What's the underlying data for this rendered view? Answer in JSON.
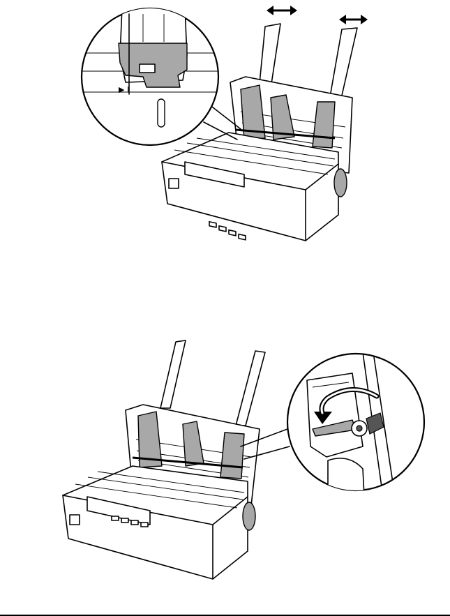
{
  "figures": [
    {
      "name": "adjust-edge-guides",
      "detail_marker": "▶ I",
      "arrows": 2,
      "callout": "magnified-edge-guide"
    },
    {
      "name": "lock-edge-guide-lever",
      "callout": "magnified-lock-lever"
    }
  ],
  "colors": {
    "line": "#000000",
    "part_gray": "#a8a8a8",
    "dark_part": "#555555",
    "background": "#ffffff"
  },
  "icons": [
    "double-arrow-icon",
    "rotate-arrow-icon"
  ]
}
